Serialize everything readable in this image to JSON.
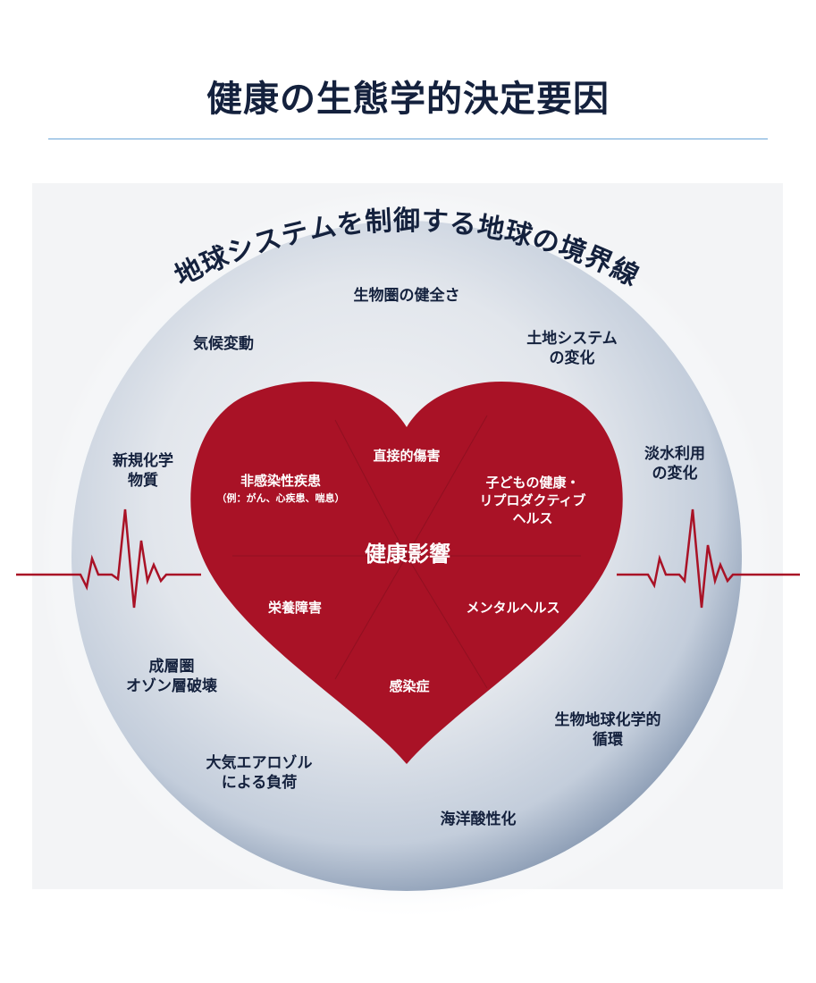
{
  "title": "健康の生態学的決定要因",
  "arc_title": "地球システムを制御する地球の境界線",
  "boundaries": {
    "biosphere": "生物圏の健全さ",
    "climate": "気候変動",
    "land_1": "土地システム",
    "land_2": "の変化",
    "novel_1": "新規化学",
    "novel_2": "物質",
    "freshwater_1": "淡水利用",
    "freshwater_2": "の変化",
    "ozone_1": "成層圏",
    "ozone_2": "オゾン層破壊",
    "biogeo_1": "生物地球化学的",
    "biogeo_2": "循環",
    "aerosol_1": "大気エアロゾル",
    "aerosol_2": "による負荷",
    "ocean": "海洋酸性化"
  },
  "health": {
    "center": "健康影響",
    "direct": "直接的傷害",
    "ncd": "非感染性疾患",
    "ncd_note": "（例：がん、心疾患、喘息）",
    "child_1": "子どもの健康・",
    "child_2": "リプロダクティブ",
    "child_3": "ヘルス",
    "nutrition": "栄養障害",
    "mental": "メンタルヘルス",
    "infection": "感染症"
  },
  "colors": {
    "heart": "#a91226",
    "text": "#14213d",
    "rule": "#6aa5d8"
  }
}
